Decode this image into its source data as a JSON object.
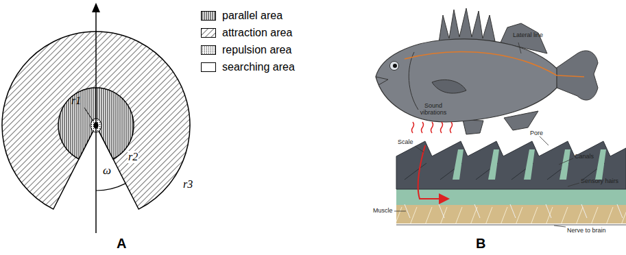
{
  "diagram": {
    "labels": [
      "A",
      "r1",
      "r2",
      "r3",
      "ω",
      "B",
      "Lateral line",
      "Sound vibrations",
      "Scale",
      "Pore",
      "Canals",
      "Sensory hairs",
      "Muscle",
      "Nerve to brain"
    ],
    "legend": [
      {
        "text": "parallel area"
      },
      {
        "text": "attraction area"
      },
      {
        "text": "repulsion area"
      },
      {
        "text": "searching area",
        "color": "#ffffff"
      }
    ]
  }
}
